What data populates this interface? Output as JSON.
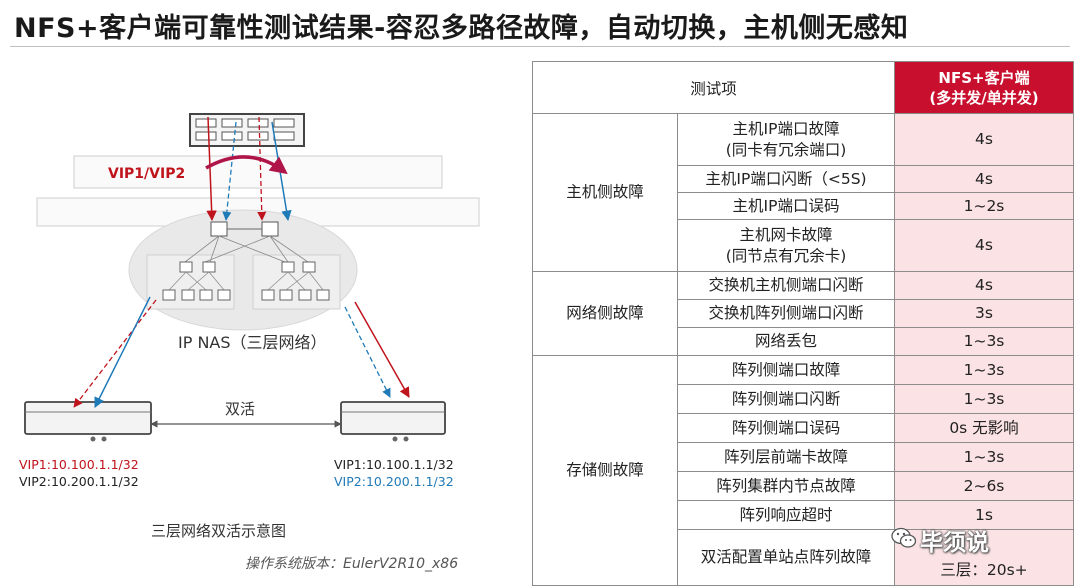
{
  "title": "NFS+客户端可靠性测试结果-容忍多路径故障，自动切换，主机侧无感知",
  "diagram": {
    "vip_label": "VIP1/VIP2",
    "network_label": "IP NAS（三层网络）",
    "active_active_label": "双活",
    "left_vip1": "VIP1:10.100.1.1/32",
    "left_vip2": "VIP2:10.200.1.1/32",
    "right_vip1": "VIP1:10.100.1.1/32",
    "right_vip2": "VIP2:10.200.1.1/32",
    "caption": "三层网络双活示意图",
    "os_version": "操作系统版本：EulerV2R10_x86",
    "colors": {
      "red": "#c0141c",
      "blue": "#1f7ab8",
      "switch_cloud": "#e8e8e8"
    }
  },
  "table": {
    "header_item": "测试项",
    "header_value_line1": "NFS+客户端",
    "header_value_line2": "(多并发/单并发)",
    "groups": [
      {
        "category": "主机侧故障",
        "rows": [
          {
            "item1": "主机IP端口故障",
            "item2": "(同卡有冗余端口)",
            "value": "4s"
          },
          {
            "item1": "主机IP端口闪断（<5S)",
            "item2": "",
            "value": "4s"
          },
          {
            "item1": "主机IP端口误码",
            "item2": "",
            "value": "1~2s"
          },
          {
            "item1": "主机网卡故障",
            "item2": "(同节点有冗余卡)",
            "value": "4s"
          }
        ]
      },
      {
        "category": "网络侧故障",
        "rows": [
          {
            "item1": "交换机主机侧端口闪断",
            "item2": "",
            "value": "4s"
          },
          {
            "item1": "交换机阵列侧端口闪断",
            "item2": "",
            "value": "3s"
          },
          {
            "item1": "网络丢包",
            "item2": "",
            "value": "1~3s"
          }
        ]
      },
      {
        "category": "存储侧故障",
        "rows": [
          {
            "item1": "阵列侧端口故障",
            "item2": "",
            "value": "1~3s"
          },
          {
            "item1": "阵列侧端口闪断",
            "item2": "",
            "value": "1~3s"
          },
          {
            "item1": "阵列侧端口误码",
            "item2": "",
            "value": "0s 无影响"
          },
          {
            "item1": "阵列层前端卡故障",
            "item2": "",
            "value": "1~3s"
          },
          {
            "item1": "阵列集群内节点故障",
            "item2": "",
            "value": "2~6s"
          },
          {
            "item1": "阵列响应超时",
            "item2": "",
            "value": "1s"
          },
          {
            "item1": "双活配置单站点阵列故障",
            "item2": "",
            "value": "三层：20s+"
          }
        ]
      }
    ]
  },
  "watermark": "毕须说"
}
